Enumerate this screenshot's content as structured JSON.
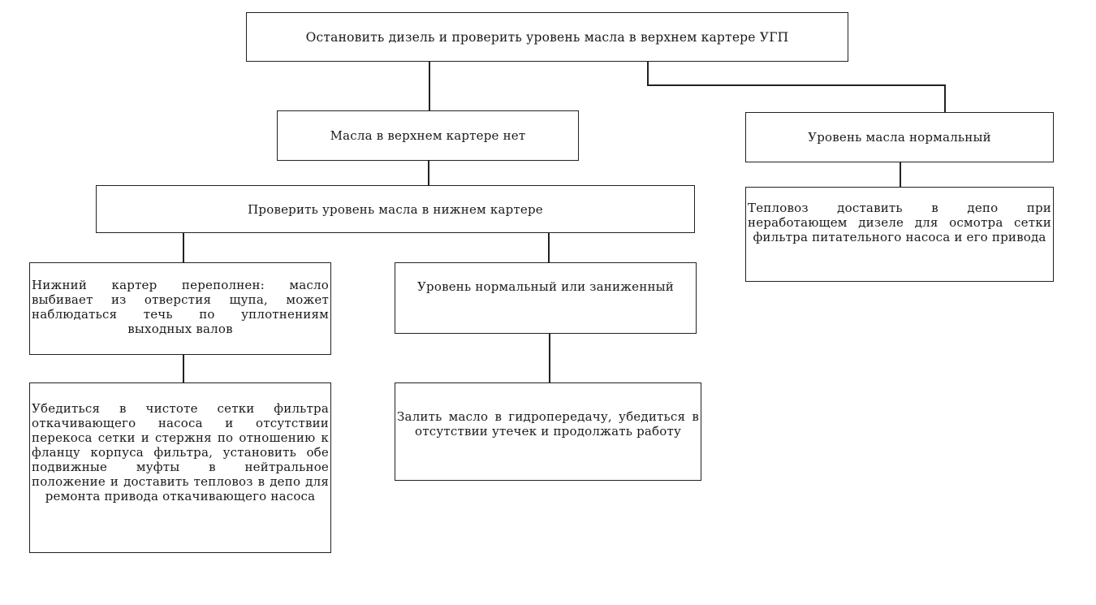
{
  "nodes": {
    "root": "Остановить дизель и проверить уровень масла в верхнем картере УГП",
    "no_oil_upper": "Масла в верхнем картере нет",
    "normal_level": "Уровень масла нормальный",
    "check_lower": "Проверить уровень масла в нижнем картере",
    "normal_action": "Тепловоз доставить в депо при неработающем дизеле для осмотра сетки фильтра питательного насоса и его привода",
    "lower_overfilled": "Нижний картер переполнен: масло выбивает из отверстия щупа, может наблюдаться течь по уплотнениям выходных валов",
    "lower_normal_low": "Уровень нормальный или заниженный",
    "overfilled_action": "Убедиться в чистоте сетки фильтра откачивающего насоса и отсутствии перекоса сетки и стержня по отношению к фланцу корпуса фильтра, установить обе подвижные муфты в нейтральное положение и доставить тепловоз в депо для ремонта привода откачивающего насоса",
    "fill_oil_action": "Залить масло в гидропередачу, убедиться в отсутствии утечек и продолжать работу"
  },
  "colors": {
    "line": "#222222",
    "background": "#ffffff",
    "text": "#1a1a1a"
  }
}
